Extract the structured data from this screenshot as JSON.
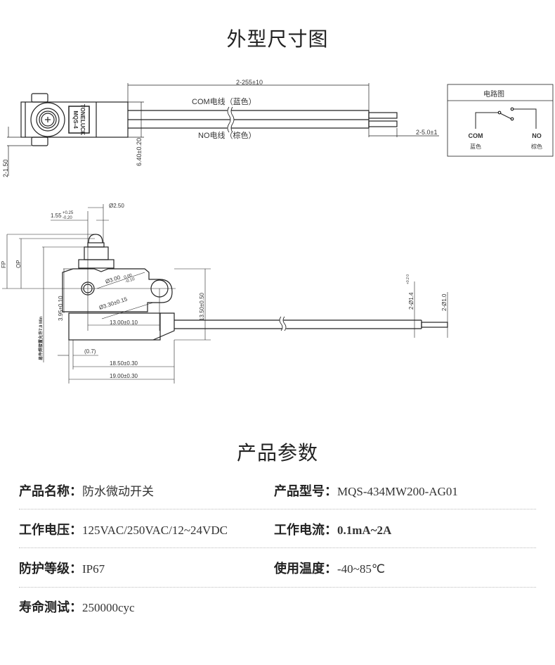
{
  "sections": {
    "dimensions_title": "外型尺寸图",
    "params_title": "产品参数"
  },
  "top_view": {
    "brand_label": "TONELUCK",
    "model_label": "MQS-4",
    "cable_length": "2-255±10",
    "com_wire": "COM电线（蓝色）",
    "no_wire": "NO电线（棕色）",
    "height_dim": "6.40±0.20",
    "tab_dim": "2-1.50",
    "strip_dim": "2-5.0±1"
  },
  "circuit": {
    "title": "电路图",
    "com": "COM",
    "com_color": "蓝色",
    "no": "NO",
    "no_color": "棕色"
  },
  "side_view": {
    "plunger_dia": "Ø2.50",
    "plunger_offset": "1.55",
    "plunger_offset_tol_plus": "+0.25",
    "plunger_offset_tol_minus": "-0.20",
    "fp": "FP",
    "op": "OP",
    "hole1": "Ø3.00",
    "hole1_tol_plus": "0.00",
    "hole1_tol_minus": "-0.10",
    "hole2": "Ø3.30±0.15",
    "hole_height": "3.95±0.10",
    "hole_spacing": "13.00±0.10",
    "body_height": "13.50±0.50",
    "mount_note": "易件焊接置允许7.9 Min",
    "offset": "(0.7)",
    "width_inner": "18.50±0.30",
    "width_outer": "19.00±0.30",
    "cable_dia": "2-Ø1.4",
    "cable_dia_tol": "+0.2 0",
    "core_dia": "2-Ø1.0"
  },
  "specs": [
    {
      "label": "产品名称：",
      "value": "防水微动开关"
    },
    {
      "label": "产品型号：",
      "value": "MQS-434MW200-AG01"
    },
    {
      "label": "工作电压：",
      "value": "125VAC/250VAC/12~24VDC"
    },
    {
      "label": "工作电流：",
      "value": "0.1mA~2A"
    },
    {
      "label": "防护等级：",
      "value": "IP67"
    },
    {
      "label": "使用温度：",
      "value": "-40~85℃"
    },
    {
      "label": "寿命测试：",
      "value": "250000cyc"
    }
  ]
}
